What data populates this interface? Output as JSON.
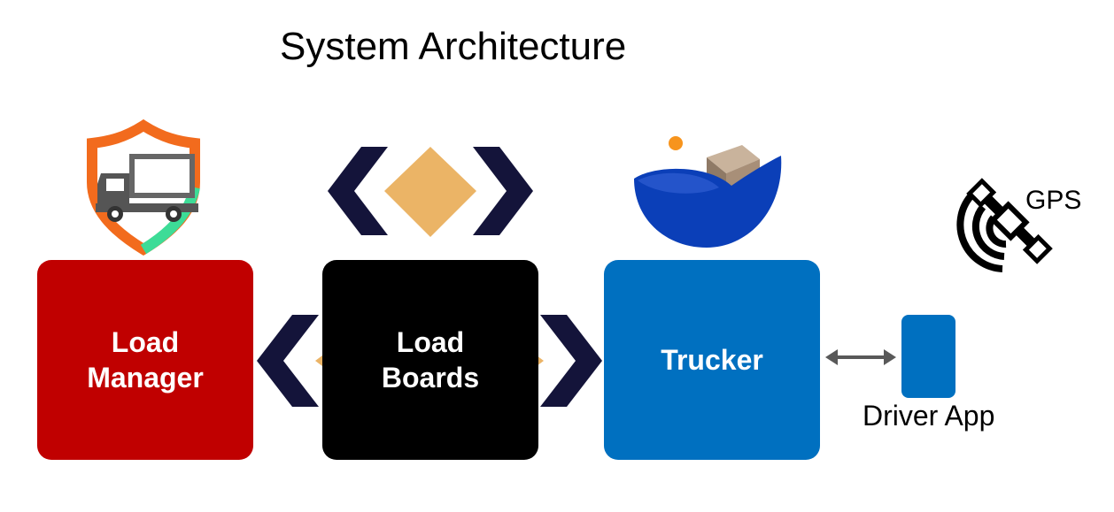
{
  "title": "System Architecture",
  "nodes": {
    "load_manager": {
      "line1": "Load",
      "line2": "Manager",
      "color": "#c00000"
    },
    "load_boards": {
      "line1": "Load",
      "line2": "Boards",
      "color": "#000000"
    },
    "trucker": {
      "label": "Trucker",
      "color": "#0070c0"
    }
  },
  "driver_app": {
    "label": "Driver App",
    "color": "#0070c0"
  },
  "gps": {
    "label": "GPS"
  },
  "icons": {
    "load_manager_icon": "shield-truck-icon",
    "load_boards_icon": "code-brackets-icon",
    "trucker_icon": "bowl-boxes-icon",
    "gps_icon": "satellite-icon",
    "connector_icon": "chevron-icon",
    "link_icon": "double-arrow-icon"
  },
  "colors": {
    "chevron": "#14143a",
    "diamond": "#ebb466",
    "shield_orange": "#f26b1d",
    "shield_green": "#3ddc97",
    "bowl_blue": "#0b3fb8",
    "box_tan": "#a88f78",
    "dot_orange": "#f7941d",
    "arrow_gray": "#595959"
  }
}
